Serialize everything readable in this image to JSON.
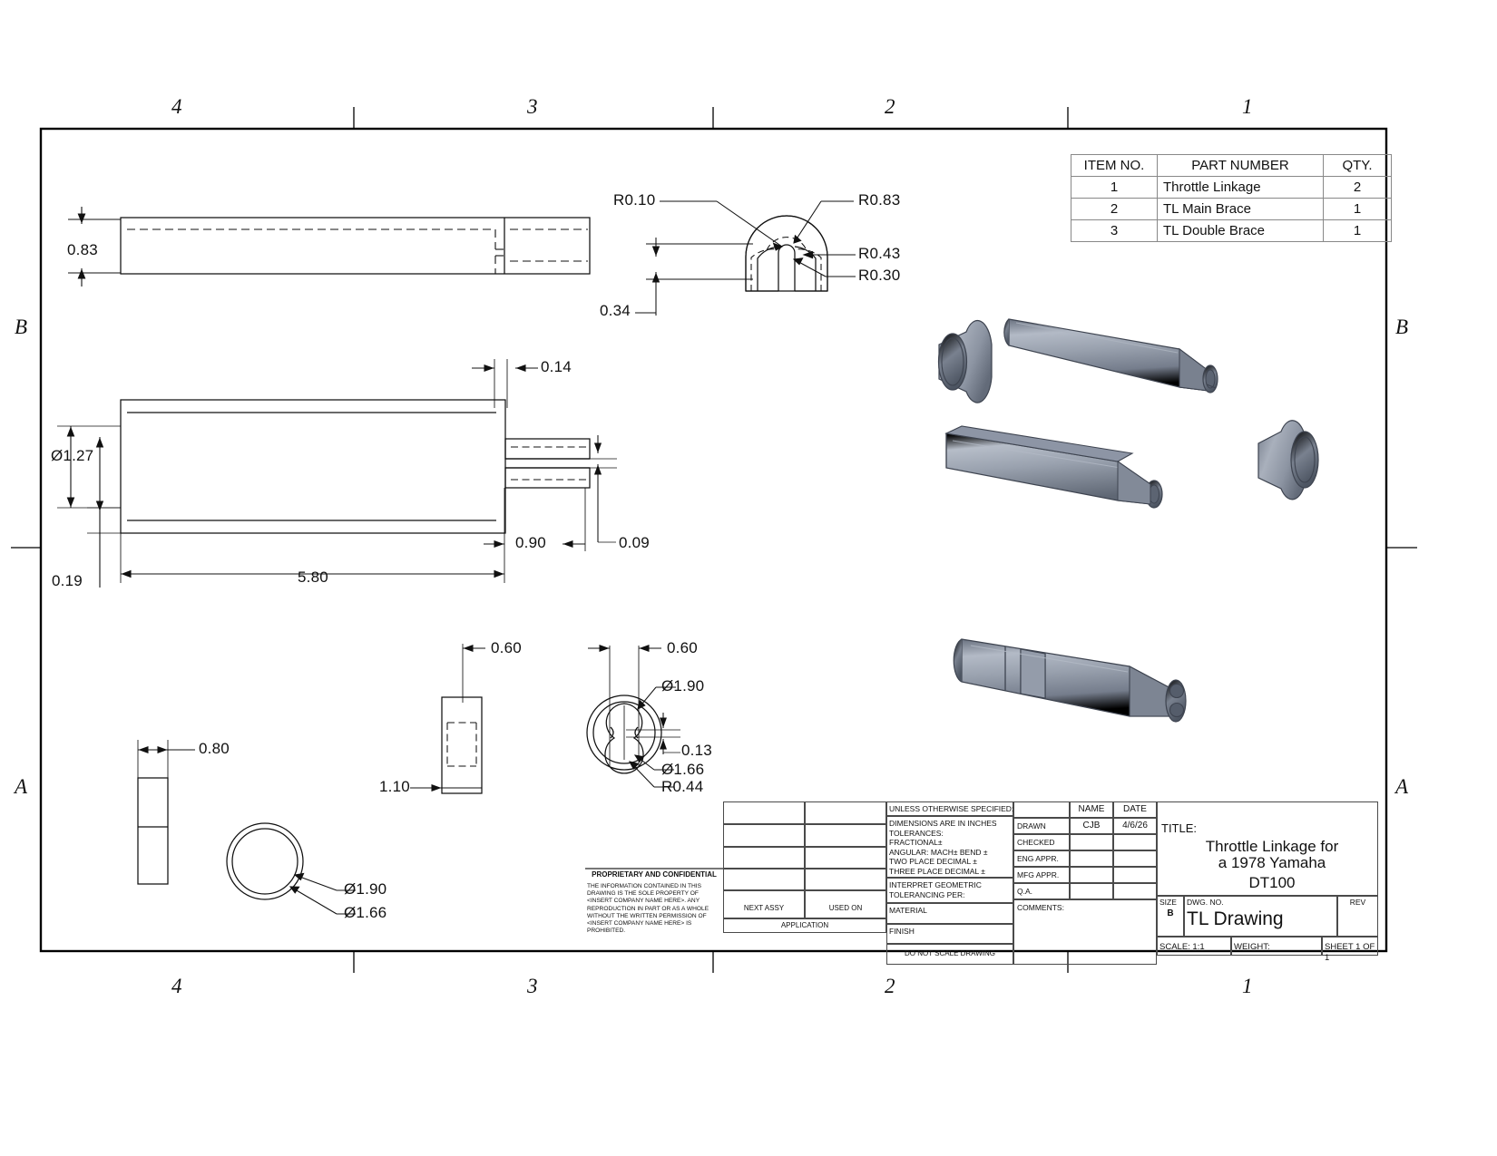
{
  "sheet": {
    "zone_cols_top": [
      "4",
      "3",
      "2",
      "1"
    ],
    "zone_cols_bottom": [
      "4",
      "3",
      "2",
      "1"
    ],
    "zone_rows_left": [
      "B",
      "A"
    ],
    "zone_rows_right": [
      "B",
      "A"
    ]
  },
  "bom": {
    "headers": [
      "ITEM NO.",
      "PART NUMBER",
      "QTY."
    ],
    "rows": [
      {
        "item": "1",
        "part": "Throttle Linkage",
        "qty": "2"
      },
      {
        "item": "2",
        "part": "TL Main Brace",
        "qty": "1"
      },
      {
        "item": "3",
        "part": "TL Double Brace",
        "qty": "1"
      }
    ]
  },
  "dimensions": {
    "d_083": "0.83",
    "d_r010": "R0.10",
    "d_r083": "R0.83",
    "d_r043": "R0.43",
    "d_r030": "R0.30",
    "d_034": "0.34",
    "d_014": "0.14",
    "d_d127": "Ø1.27",
    "d_090": "0.90",
    "d_009": "0.09",
    "d_019": "0.19",
    "d_580": "5.80",
    "d_060a": "0.60",
    "d_060b": "0.60",
    "d_d190b": "Ø1.90",
    "d_013": "0.13",
    "d_d166b": "Ø1.66",
    "d_r044": "R0.44",
    "d_110": "1.10",
    "d_080": "0.80",
    "d_d190a": "Ø1.90",
    "d_d166a": "Ø1.66"
  },
  "title_block": {
    "proprietary_heading": "PROPRIETARY AND CONFIDENTIAL",
    "proprietary_body": "THE INFORMATION CONTAINED IN THIS DRAWING IS THE SOLE PROPERTY OF <INSERT COMPANY NAME HERE>.  ANY REPRODUCTION IN PART OR AS A WHOLE WITHOUT THE WRITTEN PERMISSION OF <INSERT COMPANY NAME HERE> IS PROHIBITED.",
    "next_assy": "NEXT ASSY",
    "used_on": "USED ON",
    "application": "APPLICATION",
    "unless_specified": "UNLESS OTHERWISE SPECIFIED:",
    "tolerances_block": "DIMENSIONS ARE IN INCHES\nTOLERANCES:\nFRACTIONAL±\nANGULAR: MACH±     BEND ±\nTWO PLACE DECIMAL    ±\nTHREE PLACE DECIMAL  ±",
    "interpret": "INTERPRET GEOMETRIC\nTOLERANCING PER:",
    "material": "MATERIAL",
    "finish": "FINISH",
    "do_not_scale": "DO NOT SCALE DRAWING",
    "col_name": "NAME",
    "col_date": "DATE",
    "rows": [
      {
        "label": "DRAWN",
        "name": "CJB",
        "date": "4/6/26"
      },
      {
        "label": "CHECKED",
        "name": "",
        "date": ""
      },
      {
        "label": "ENG APPR.",
        "name": "",
        "date": ""
      },
      {
        "label": "MFG APPR.",
        "name": "",
        "date": ""
      },
      {
        "label": "Q.A.",
        "name": "",
        "date": ""
      }
    ],
    "comments": "COMMENTS:",
    "title_label": "TITLE:",
    "title_line1": "Throttle Linkage for",
    "title_line2": "a 1978 Yamaha",
    "title_line3": "DT100",
    "size_label": "SIZE",
    "size_value": "B",
    "dwg_no_label": "DWG.  NO.",
    "dwg_no_value": "TL Drawing",
    "rev_label": "REV",
    "rev_value": "",
    "scale_label": "SCALE: 1:1",
    "weight_label": "WEIGHT:",
    "sheet_label": "SHEET 1 OF 1"
  },
  "colors": {
    "line": "#111111",
    "frame": "#000000",
    "table_border": "#888888",
    "metal_light": "#b9c0cc",
    "metal_mid": "#8d95a5",
    "metal_dark": "#5c6472",
    "metal_edge": "#3e4450"
  }
}
